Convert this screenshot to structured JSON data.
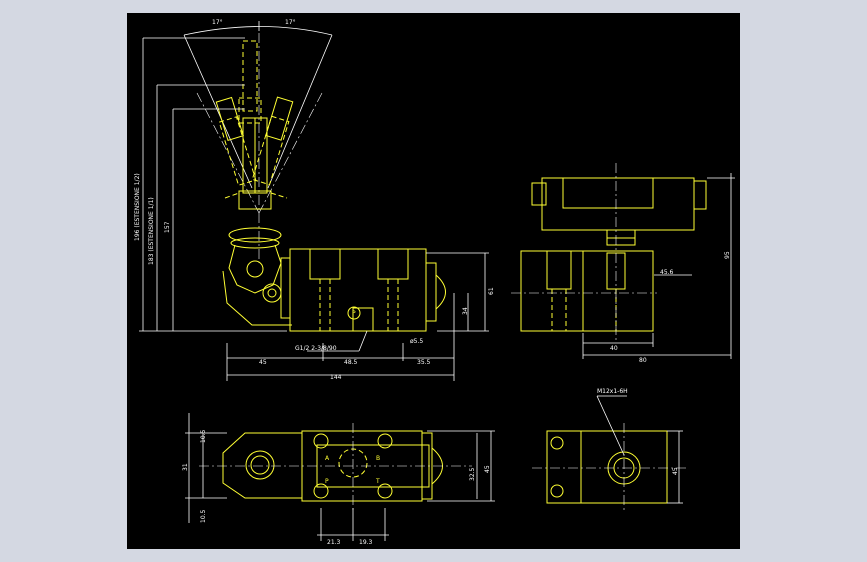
{
  "drawing": {
    "colors": {
      "background": "#000000",
      "frame": "#d4d8e2",
      "geometry": "#ffff33",
      "dimension": "#ffffff"
    },
    "angle_labels": {
      "left": "17°",
      "right": "17°"
    },
    "vertical_dims": {
      "overall_extended": "196 (ESTENSIONE 1/2)",
      "overall_mid": "183 (ESTENSIONE 1/1)",
      "lever_height": "157"
    },
    "front_view": {
      "port_callout": "G1/2 2-3/8/90",
      "bottom_dims": [
        "45",
        "48.5",
        "35.5"
      ],
      "overall_length": "144",
      "hole_dim": "ø5.5",
      "right_dims": [
        "61",
        "34"
      ],
      "port_letter": "P"
    },
    "side_view": {
      "bottom_dims": [
        "40",
        "80"
      ],
      "side_dim": "45.6",
      "height_dim": "95"
    },
    "top_view": {
      "left_dims": [
        "10.5",
        "31",
        "10.5"
      ],
      "right_dims": [
        "32.5",
        "45"
      ],
      "bottom_dims": [
        "21.3",
        "19.3"
      ],
      "port_letters": [
        "A",
        "B",
        "P",
        "T"
      ]
    },
    "end_view": {
      "thread_callout": "M12x1-6H",
      "side_dim": "45"
    }
  }
}
